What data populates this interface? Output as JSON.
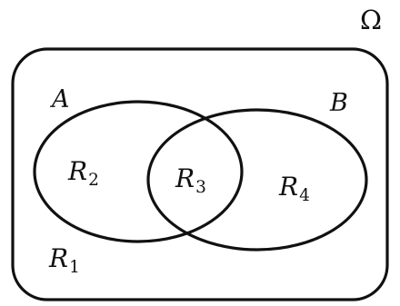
{
  "universe_symbol": "Ω",
  "sets": {
    "a": "A",
    "b": "B"
  },
  "regions": {
    "r1": {
      "base": "R",
      "index": "1"
    },
    "r2": {
      "base": "R",
      "index": "2"
    },
    "r3": {
      "base": "R",
      "index": "3"
    },
    "r4": {
      "base": "R",
      "index": "4"
    }
  },
  "colors": {
    "line": "#111111",
    "background": "#ffffff"
  }
}
